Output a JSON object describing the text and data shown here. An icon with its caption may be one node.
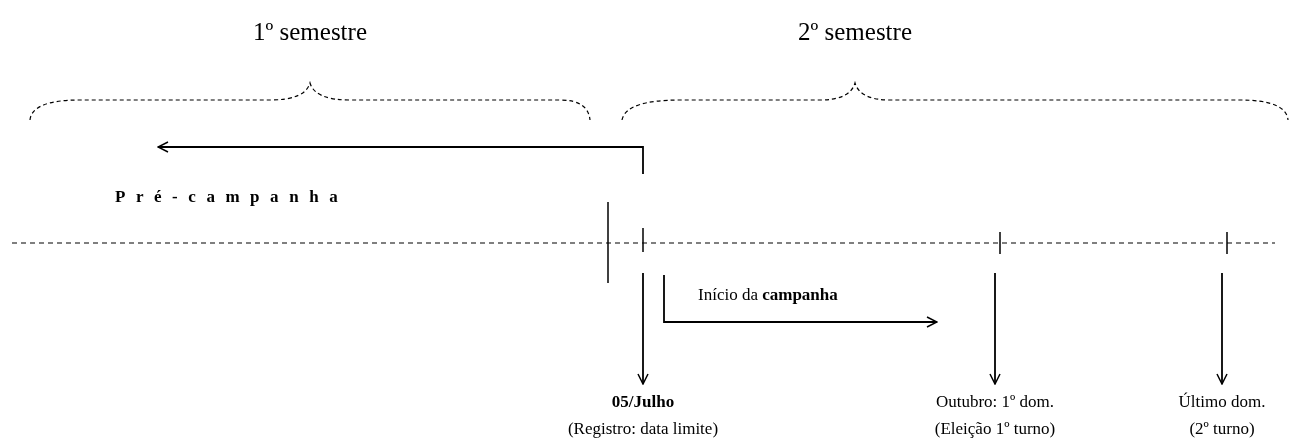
{
  "diagram": {
    "nodes": [
      {
        "text": [
          "05/Julho",
          "(Registro: data limite)"
        ]
      },
      {
        "text": [
          "Outubro: 1º dom.",
          "(Eleição 1º turno)"
        ]
      },
      {
        "text": [
          "Último dom.",
          "(2º turno)"
        ]
      }
    ],
    "edges": [
      {
        "from": null,
        "to": 0,
        "arrow": "to"
      },
      {
        "from": null,
        "to": 1,
        "arrow": "to"
      },
      {
        "from": null,
        "to": 2,
        "arrow": "to"
      }
    ],
    "labels": [
      "1º semestre",
      "2º semestre",
      "Pré-campanha",
      "Início da **campanha**"
    ]
  }
}
